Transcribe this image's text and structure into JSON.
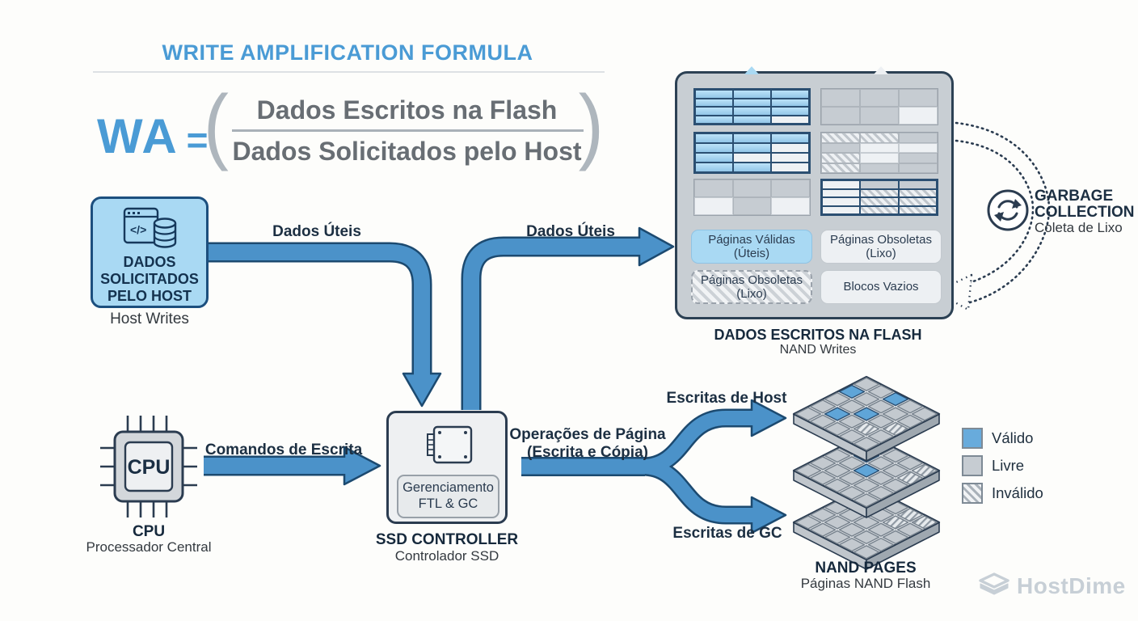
{
  "title": "WRITE AMPLIFICATION FORMULA",
  "formula": {
    "lhs": "WA",
    "equals": "=",
    "paren_open": "(",
    "paren_close": ")",
    "numerator": "Dados Escritos na Flash",
    "denominator": "Dados Solicitados pelo Host"
  },
  "host": {
    "title": "DADOS\nSOLICITADOS\nPELO HOST",
    "caption": "Host Writes"
  },
  "cpu": {
    "chip_label": "CPU",
    "title": "CPU",
    "caption": "Processador Central"
  },
  "controller": {
    "inner_label": "Gerenciamento\nFTL & GC",
    "title": "SSD CONTROLLER",
    "caption": "Controlador SSD"
  },
  "arrows": {
    "dados_uteis": "Dados Úteis",
    "comandos_escrita": "Comandos de Escrita",
    "operacoes_pagina": "Operações de Página\n(Escrita e Cópia)",
    "escritas_host": "Escritas de Host",
    "escritas_gc": "Escritas de GC"
  },
  "flash": {
    "title": "DADOS ESCRITOS NA FLASH",
    "caption": "NAND Writes",
    "pills": [
      {
        "label": "Páginas Válidas\n(Úteis)",
        "style": "blue"
      },
      {
        "label": "Páginas Obsoletas\n(Lixo)",
        "style": "white"
      },
      {
        "label": "Páginas Obsoletas\n(Lixo)",
        "style": "hatch"
      },
      {
        "label": "Blocos Vazios",
        "style": "white"
      }
    ],
    "blocks": [
      {
        "strong": true,
        "cells": [
          "vvv",
          "vvv",
          "vvv",
          "vvw"
        ]
      },
      {
        "strong": false,
        "cells": [
          "fff",
          "ffw"
        ]
      },
      {
        "strong": true,
        "cells": [
          "vvv",
          "vvw",
          "vww",
          "vvw"
        ]
      },
      {
        "strong": false,
        "cells": [
          "iif",
          "fww",
          "iwf",
          "iff"
        ]
      },
      {
        "strong": false,
        "cells": [
          "fff",
          "wfw"
        ]
      },
      {
        "strong": true,
        "cells": [
          "wff",
          "wii",
          "wii",
          "wii"
        ]
      }
    ]
  },
  "gc": {
    "title": "GARBAGE\nCOLLECTION",
    "caption": "Coleta de Lixo"
  },
  "nand": {
    "title": "NAND PAGES",
    "caption": "Páginas NAND Flash",
    "layers": [
      [
        "FFVFF",
        "VFFFF",
        "FFVFI",
        "FVFIF",
        "FFFFF"
      ],
      [
        "VFFFI",
        "FVFFI",
        "FFVFF",
        "FFFFF",
        "FFFFF"
      ],
      [
        "VFFII",
        "FVFIF",
        "FFFFF",
        "FFFFF",
        "FFFFF"
      ]
    ]
  },
  "legend": [
    {
      "label": "Válido",
      "type": "valid"
    },
    {
      "label": "Livre",
      "type": "free"
    },
    {
      "label": "Inválido",
      "type": "invalid"
    }
  ],
  "logo_text": "HostDime",
  "colors": {
    "accent_blue": "#4a9bd5",
    "arrow_blue": "#4b92c9",
    "arrow_outline": "#1c4a70",
    "navy_text": "#1b2f44",
    "host_fill": "#a9d9f3",
    "flash_fill": "#c8ced3",
    "valid_blue": "#68abdc",
    "free_gray": "#c6ccd2",
    "gray_formula_text": "#686e74"
  }
}
